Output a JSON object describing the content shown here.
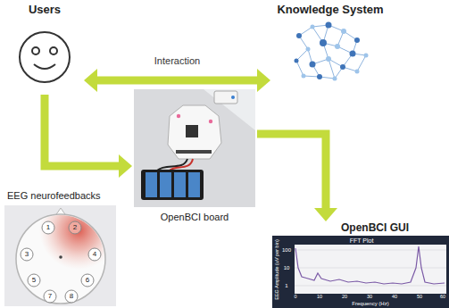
{
  "diagram": {
    "nodes": [
      {
        "text": [
          "Users"
        ]
      },
      {
        "text": [
          "Knowledge System"
        ]
      },
      {
        "text": [
          "EEG neurofeedbacks"
        ]
      },
      {
        "text": [
          "OpenBCI board"
        ]
      },
      {
        "text": [
          "OpenBCI GUI"
        ]
      }
    ],
    "edges": [
      {
        "from": 0,
        "to": 1,
        "arrow": "both",
        "label": "Interaction"
      },
      {
        "from": 0,
        "to": 3,
        "arrow": "to"
      },
      {
        "from": 3,
        "to": 4,
        "arrow": "to"
      }
    ],
    "labels": [
      "1",
      "2",
      "3",
      "4",
      "5",
      "6",
      "7",
      "8",
      "FFT Plot",
      "EEG Amplitude (uV per bin)",
      "Frequency (Hz)",
      "100",
      "10",
      "1",
      "0",
      "10",
      "20",
      "30",
      "40",
      "50",
      "60"
    ]
  }
}
